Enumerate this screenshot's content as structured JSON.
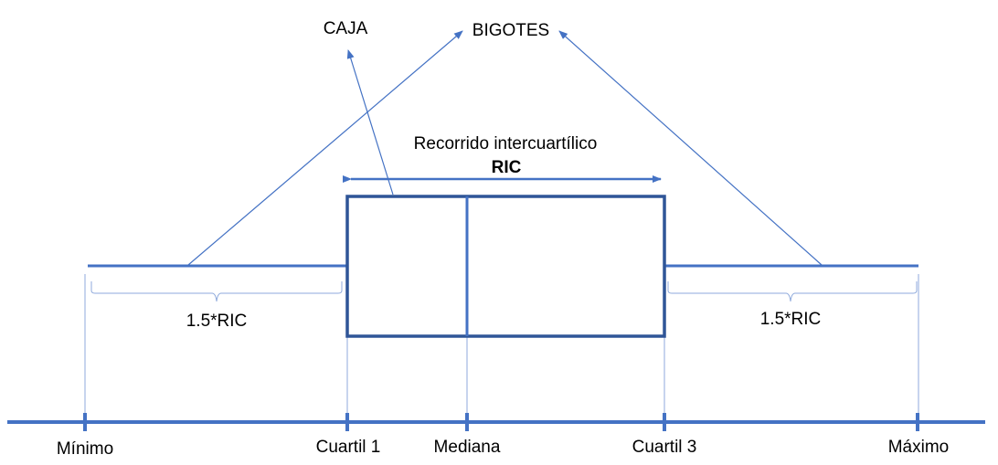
{
  "labels": {
    "caja": "CAJA",
    "bigotes": "BIGOTES",
    "recorrido": "Recorrido intercuartílico",
    "ric": "RIC",
    "left_range": "1.5*RIC",
    "right_range": "1.5*RIC",
    "minimo": "Mínimo",
    "cuartil1": "Cuartil 1",
    "mediana": "Mediana",
    "cuartil3": "Cuartil 3",
    "maximo": "Máximo"
  },
  "colors": {
    "main": "#4472c4",
    "box": "#2f5597",
    "text": "#000000"
  }
}
